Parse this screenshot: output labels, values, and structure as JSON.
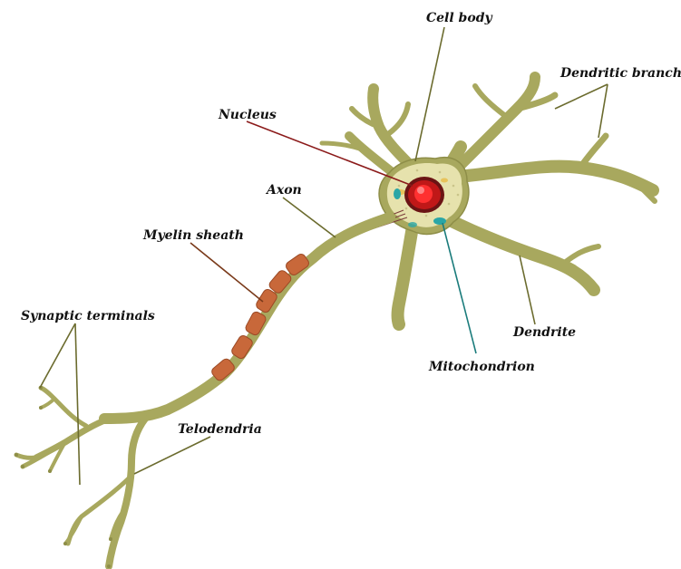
{
  "labels": {
    "cell_body": "Cell body",
    "dendritic_branches": "Dendritic branches",
    "nucleus": "Nucleus",
    "axon": "Axon",
    "myelin_sheath": "Myelin sheath",
    "dendrite": "Dendrite",
    "mitochondrion": "Mitochondrion",
    "synaptic_terminals": "Synaptic terminals",
    "telodendria": "Telodendria"
  },
  "colors": {
    "neuron": "#a8a85e",
    "soma_fill": "#e6e2ad",
    "myelin": "#c8683a",
    "nucleus": "#d81818",
    "mitochondrion": "#2aa6a6",
    "leader_default": "#6b6b2e",
    "leader_nucleus": "#8b1a1a",
    "leader_myelin": "#7a3a1a",
    "leader_mito": "#1b7c7c"
  }
}
